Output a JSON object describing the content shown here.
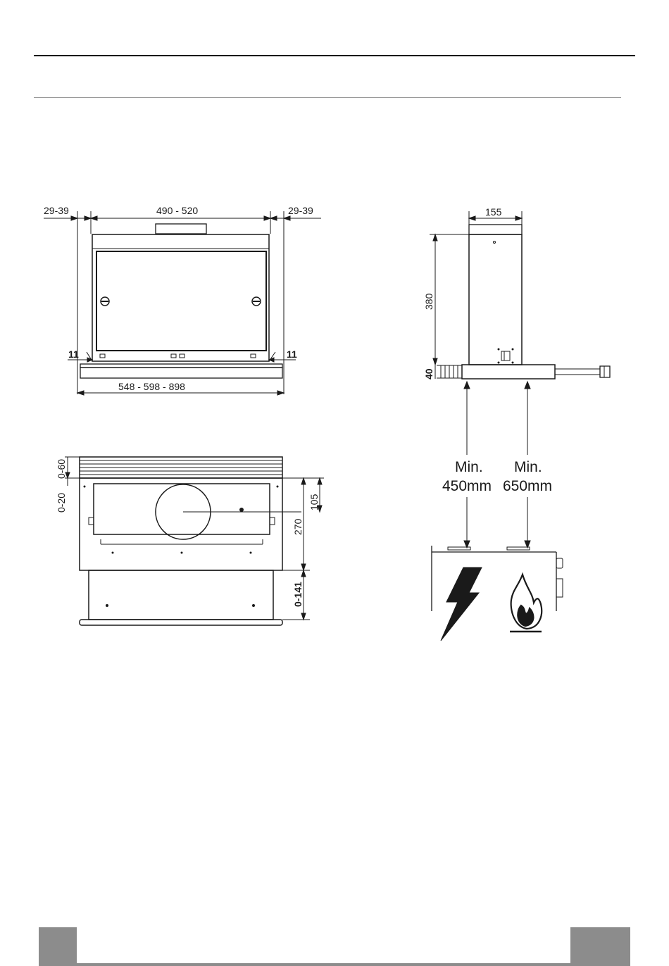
{
  "front_view": {
    "dim_left": "29-39",
    "dim_center": "490 - 520",
    "dim_right": "29-39",
    "dim_side_left": "11",
    "dim_side_right": "11",
    "dim_bottom": "548 - 598 - 898"
  },
  "side_view": {
    "dim_depth": "155",
    "dim_height": "380",
    "dim_base": "40"
  },
  "top_view": {
    "dim_0_60": "0-60",
    "dim_0_20": "0-20",
    "dim_105": "105",
    "dim_270": "270",
    "dim_0_141": "0-141"
  },
  "clearance": {
    "electric_line1": "Min.",
    "electric_line2": "450mm",
    "gas_line1": "Min.",
    "gas_line2": "650mm"
  },
  "icons": {
    "electric": "lightning-bolt-icon",
    "gas": "flame-icon"
  }
}
